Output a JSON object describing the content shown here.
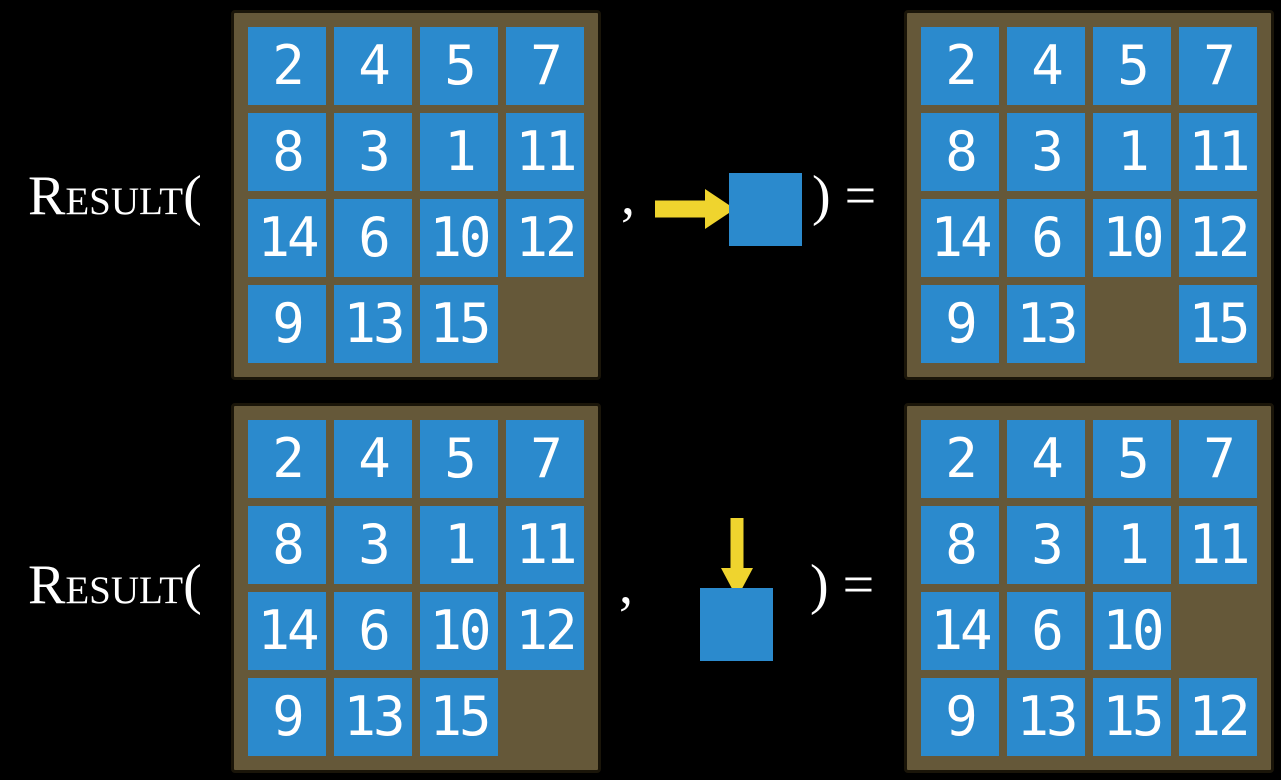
{
  "labels": {
    "function_open": "Result(",
    "comma": ",",
    "close_equals": ") ="
  },
  "examples": [
    {
      "move": "right",
      "icon": "arrow-right-icon",
      "input_board": [
        [
          2,
          4,
          5,
          7
        ],
        [
          8,
          3,
          1,
          11
        ],
        [
          14,
          6,
          10,
          12
        ],
        [
          9,
          13,
          15,
          null
        ]
      ],
      "result_board": [
        [
          2,
          4,
          5,
          7
        ],
        [
          8,
          3,
          1,
          11
        ],
        [
          14,
          6,
          10,
          12
        ],
        [
          9,
          13,
          null,
          15
        ]
      ]
    },
    {
      "move": "down",
      "icon": "arrow-down-icon",
      "input_board": [
        [
          2,
          4,
          5,
          7
        ],
        [
          8,
          3,
          1,
          11
        ],
        [
          14,
          6,
          10,
          12
        ],
        [
          9,
          13,
          15,
          null
        ]
      ],
      "result_board": [
        [
          2,
          4,
          5,
          7
        ],
        [
          8,
          3,
          1,
          11
        ],
        [
          14,
          6,
          10,
          null
        ],
        [
          9,
          13,
          15,
          12
        ]
      ]
    }
  ],
  "colors": {
    "background": "#000000",
    "frame": "#655839",
    "frame-border": "#1a1509",
    "tile": "#2b8acd",
    "number": "#ffffff",
    "arrow": "#efd42e",
    "text": "#ffffff"
  }
}
